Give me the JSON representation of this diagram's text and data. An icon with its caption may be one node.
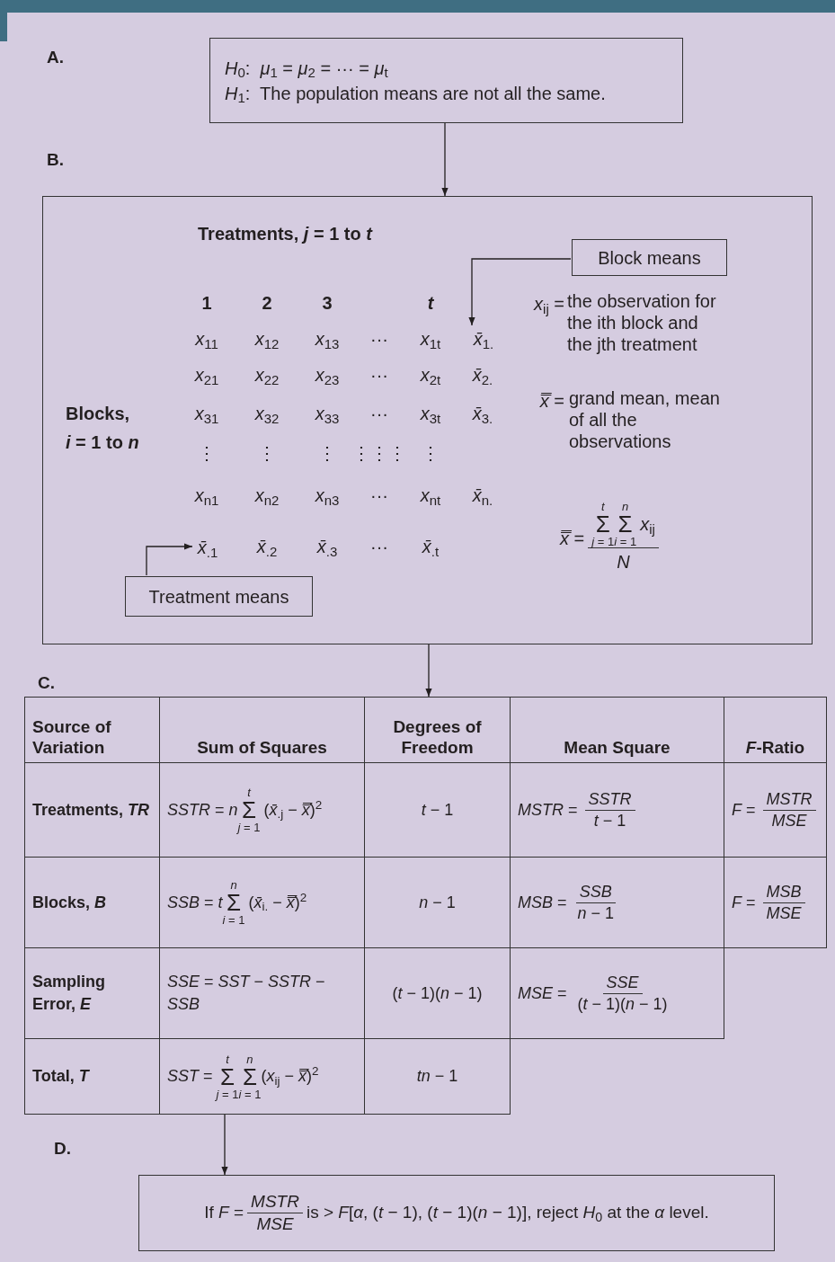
{
  "diagram": {
    "nodes": [
      {
        "text": [
          "*H*$_{0}$:  *μ*$_{1}$ = *μ*$_{2}$ = ··· = *μ*$_{t}$",
          "*H*$_{1}$:  The population means are not all the same."
        ]
      },
      {
        "text": [
          "Treatments, *j* = 1 to *t*",
          "Blocks,",
          "*i* = 1 to *n*"
        ]
      },
      {
        "text": [
          "Block means"
        ],
        "in": 1
      },
      {
        "text": [
          "Treatment means"
        ],
        "in": 1
      },
      {
        "text": [],
        "shape": "box"
      },
      {
        "text": [
          "If *F* =",
          "*MSTR*",
          "*MSE*",
          "is > *F*[*α*, (*t* − 1), (*t* − 1)(*n* − 1)], reject *H*$_{0}$ at the *α* level."
        ]
      },
      {
        "text": [
          "*x̄*$_{1.}$"
        ],
        "in": 1
      },
      {
        "text": [
          "*x̄*$_{.1}$"
        ],
        "in": 1
      }
    ],
    "edges": [
      {
        "from": 0,
        "to": 1,
        "arrow": "to"
      },
      {
        "from": 2,
        "to": 6,
        "arrow": "to"
      },
      {
        "from": 3,
        "to": 7,
        "arrow": "to"
      },
      {
        "from": 1,
        "to": 4,
        "arrow": "to"
      },
      {
        "from": 4,
        "to": 5,
        "arrow": "to"
      }
    ],
    "labels": [
      "A.",
      "B.",
      "C.",
      "D.",
      "1",
      "2",
      "3",
      "*t*",
      "*x*$_{11}$",
      "*x*$_{12}$",
      "*x*$_{13}$",
      "···",
      "*x*$_{1t}$",
      "*x*$_{21}$",
      "*x*$_{22}$",
      "*x*$_{23}$",
      "···",
      "*x*$_{2t}$",
      "*x̄*$_{2.}$",
      "*x*$_{31}$",
      "*x*$_{32}$",
      "*x*$_{33}$",
      "···",
      "*x*$_{3t}$",
      "*x̄*$_{3.}$",
      "⋮",
      "⋮",
      "⋮",
      "⋮⋮⋮",
      "⋮",
      "*x*$_{n1}$",
      "*x*$_{n2}$",
      "*x*$_{n3}$",
      "···",
      "*x*$_{nt}$",
      "*x̄*$_{n.}$",
      "*x̄*$_{.2}$",
      "*x̄*$_{.3}$",
      "···",
      "*x̄*$_{.t}$",
      "*x*$_{ij}$ =",
      "the observation for the ith block and the jth treatment",
      "*x̿* =",
      "grand mean, mean of all the observations",
      "*x̿* =",
      "*t*",
      "Σ",
      "*j* = 1",
      "*n*",
      "Σ",
      "*i* = 1",
      "*x*$_{ij}$",
      "*N*",
      "Source of Variation",
      "Sum of Squares",
      "Degrees of Freedom",
      "Mean Square",
      "*F*-Ratio",
      "Treatments, *TR*",
      "*SSTR* = *n*",
      "*t*",
      "Σ",
      "*j* = 1",
      "(*x̄*$_{.j}$ − *x̿*)$^{2}$",
      "*t* − 1",
      "*MSTR* =",
      "*SSTR*",
      "*t* − 1",
      "*F* =",
      "*MSTR*",
      "*MSE*",
      "Blocks, *B*",
      "*SSB* = *t*",
      "*n*",
      "Σ",
      "*i* = 1",
      "(*x̄*$_{i.}$ − *x̿*)$^{2}$",
      "*n* − 1",
      "*MSB* =",
      "*SSB*",
      "*n* − 1",
      "*F* =",
      "*MSB*",
      "*MSE*",
      "Sampling Error, *E*",
      "*SSE* = *SST* − *SSTR* − *SSB*",
      "(*t* − 1)(*n* − 1)",
      "*MSE* =",
      "*SSE*",
      "(*t* − 1)(*n* − 1)",
      "Total, *T*",
      "*SST* =",
      "*t*",
      "Σ",
      "*j* = 1",
      "*n*",
      "Σ",
      "*i* = 1",
      "(*x*$_{ij}$ − *x̿*)$^{2}$",
      "*tn* − 1"
    ]
  }
}
